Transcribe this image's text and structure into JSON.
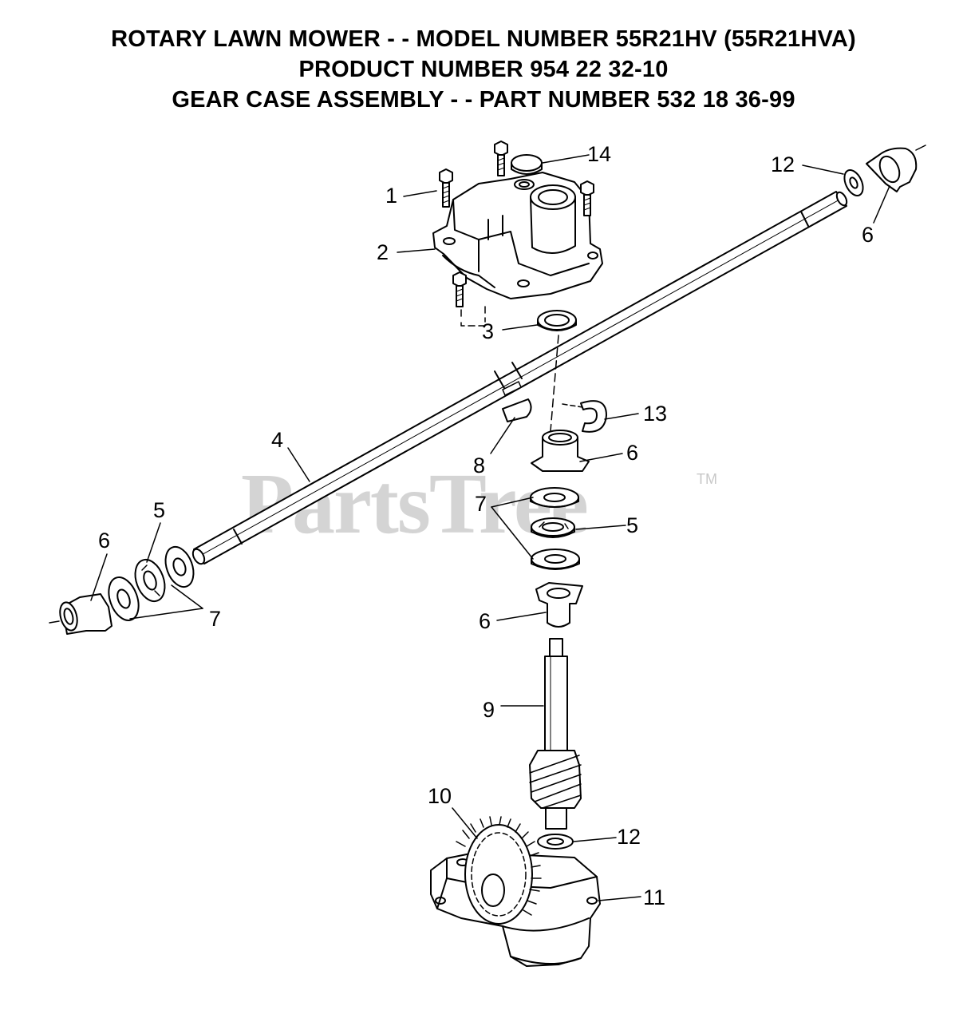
{
  "title": {
    "line1": "ROTARY LAWN MOWER - - MODEL NUMBER 55R21HV (55R21HVA)",
    "line2": "PRODUCT NUMBER 954 22 32-10",
    "line3": "GEAR CASE ASSEMBLY - - PART NUMBER 532 18 36-99"
  },
  "watermark": {
    "text": "PartsTree",
    "tm": "TM"
  },
  "callouts": {
    "c1": "1",
    "c2": "2",
    "c3": "3",
    "c4": "4",
    "c5_left": "5",
    "c5_right": "5",
    "c6_left": "6",
    "c6_top_right": "6",
    "c6_upper": "6",
    "c6_lower": "6",
    "c7_left": "7",
    "c7_center": "7",
    "c8": "8",
    "c9": "9",
    "c10": "10",
    "c11": "11",
    "c12_top": "12",
    "c12_bottom": "12",
    "c13": "13",
    "c14": "14"
  },
  "colors": {
    "line": "#000000",
    "watermark": "#d4d4d4",
    "background": "#ffffff"
  }
}
